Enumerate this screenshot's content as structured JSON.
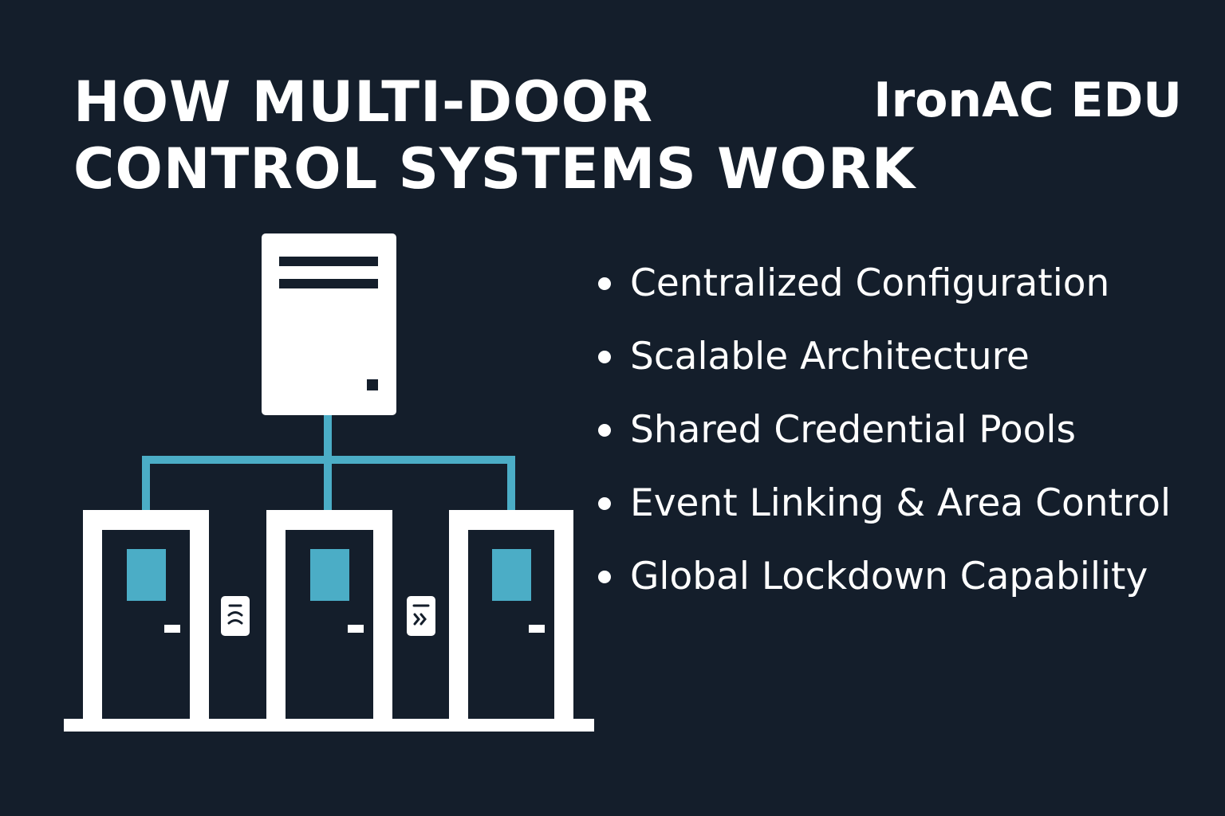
{
  "title_lines": [
    "HOW MULTI-DOOR",
    "CONTROL SYSTEMS WORK"
  ],
  "brand": "IronAC EDU",
  "features": [
    "Centralized Configuration",
    "Scalable Architecture",
    "Shared Credential Pools",
    "Event Linking & Area Control",
    "Global Lockdown Capability"
  ],
  "colors": {
    "background": "#141e2b",
    "accent": "#4badc6",
    "foreground": "#ffffff"
  }
}
